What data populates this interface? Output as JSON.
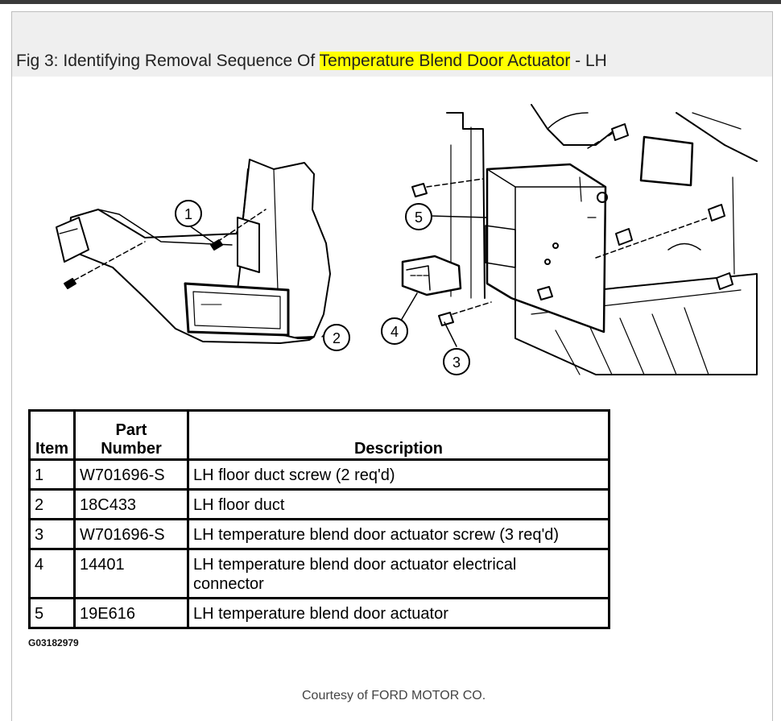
{
  "figure": {
    "title_prefix": "Fig 3: Identifying Removal Sequence Of ",
    "title_highlight": "Temperature Blend Door Actuator",
    "title_suffix": " - LH"
  },
  "callouts": [
    "1",
    "2",
    "3",
    "4",
    "5"
  ],
  "table": {
    "headers": {
      "item": "Item",
      "part_line1": "Part",
      "part_line2": "Number",
      "description": "Description"
    },
    "rows": [
      {
        "item": "1",
        "part": "W701696-S",
        "desc1": "LH floor duct screw (2 req'd)",
        "desc2": ""
      },
      {
        "item": "2",
        "part": "18C433",
        "desc1": "LH floor duct",
        "desc2": ""
      },
      {
        "item": "3",
        "part": "W701696-S",
        "desc1": "LH temperature blend door actuator screw (3 req'd)",
        "desc2": ""
      },
      {
        "item": "4",
        "part": "14401",
        "desc1": "LH temperature blend door actuator electrical",
        "desc2": "connector"
      },
      {
        "item": "5",
        "part": "19E616",
        "desc1": "LH temperature blend door actuator",
        "desc2": ""
      }
    ]
  },
  "figure_code": "G03182979",
  "courtesy": "Courtesy of FORD MOTOR CO."
}
